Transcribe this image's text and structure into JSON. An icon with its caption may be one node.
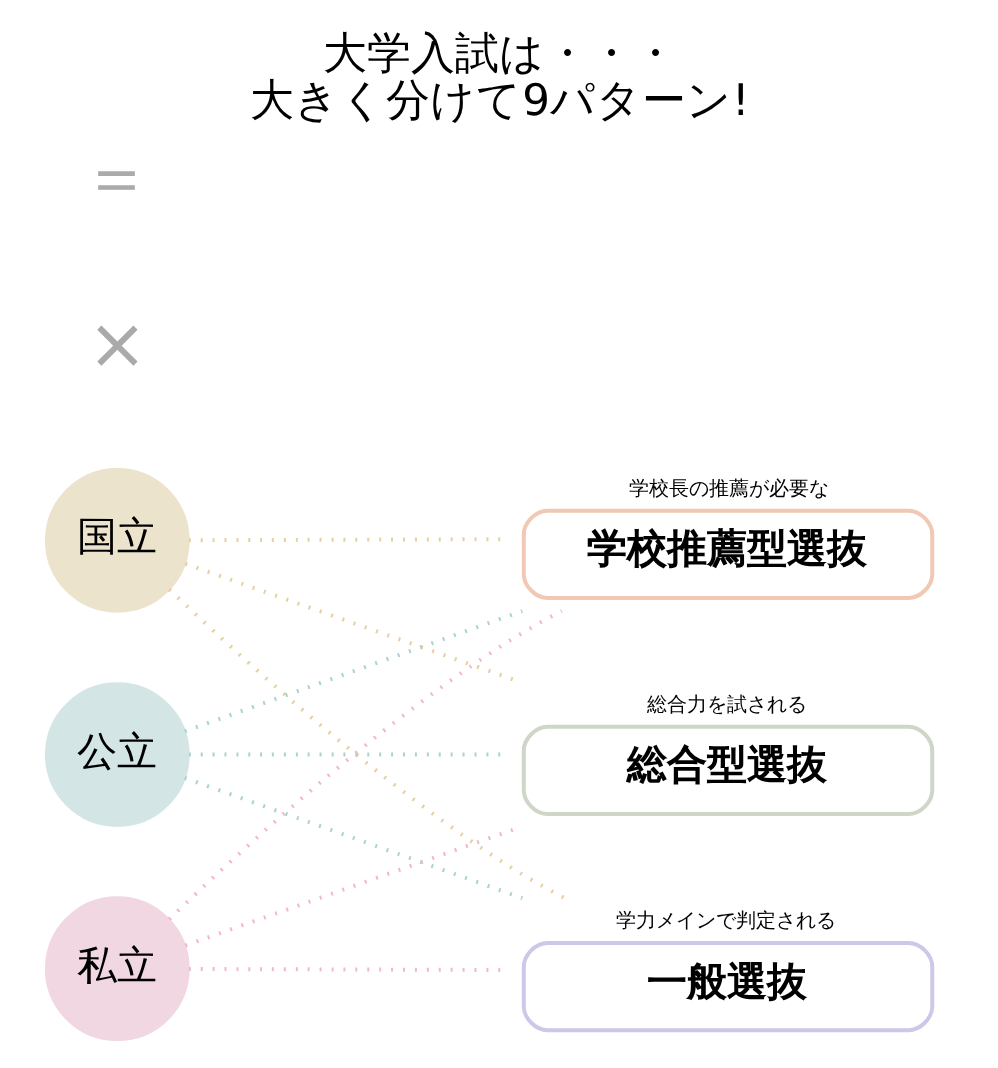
{
  "diagram": {
    "title": "大学入試は・・・",
    "caption": "大きく分けて9パターン!",
    "nodes": [
      {
        "text": [
          "国立"
        ]
      },
      {
        "text": [
          "公立"
        ]
      },
      {
        "text": [
          "私立"
        ]
      },
      {
        "text": [
          "学校推薦型選抜"
        ],
        "beside": [
          "学校長の推薦が必要な"
        ]
      },
      {
        "text": [
          "総合型選抜"
        ],
        "beside": [
          "総合力を試される"
        ]
      },
      {
        "text": [
          "一般選抜"
        ],
        "beside": [
          "学力メインで判定される"
        ]
      }
    ],
    "edges": [
      {
        "from": 0,
        "to": 3,
        "arrow": "none",
        "color": "#e6cfa0"
      },
      {
        "from": 0,
        "to": 4,
        "arrow": "none",
        "color": "#e6cfa0"
      },
      {
        "from": 0,
        "to": 5,
        "arrow": "none",
        "color": "#e6cfa0"
      },
      {
        "from": 1,
        "to": 3,
        "arrow": "none",
        "color": "#a8d4cc"
      },
      {
        "from": 1,
        "to": 4,
        "arrow": "none",
        "color": "#a8d4cc"
      },
      {
        "from": 1,
        "to": 5,
        "arrow": "none",
        "color": "#a8d4cc"
      },
      {
        "from": 2,
        "to": 3,
        "arrow": "none",
        "color": "#f0b8c8"
      },
      {
        "from": 2,
        "to": 4,
        "arrow": "none",
        "color": "#f0b8c8"
      },
      {
        "from": 2,
        "to": 5,
        "arrow": "none",
        "color": "#f0b8c8"
      }
    ],
    "labels": [
      "×",
      "＝"
    ]
  }
}
